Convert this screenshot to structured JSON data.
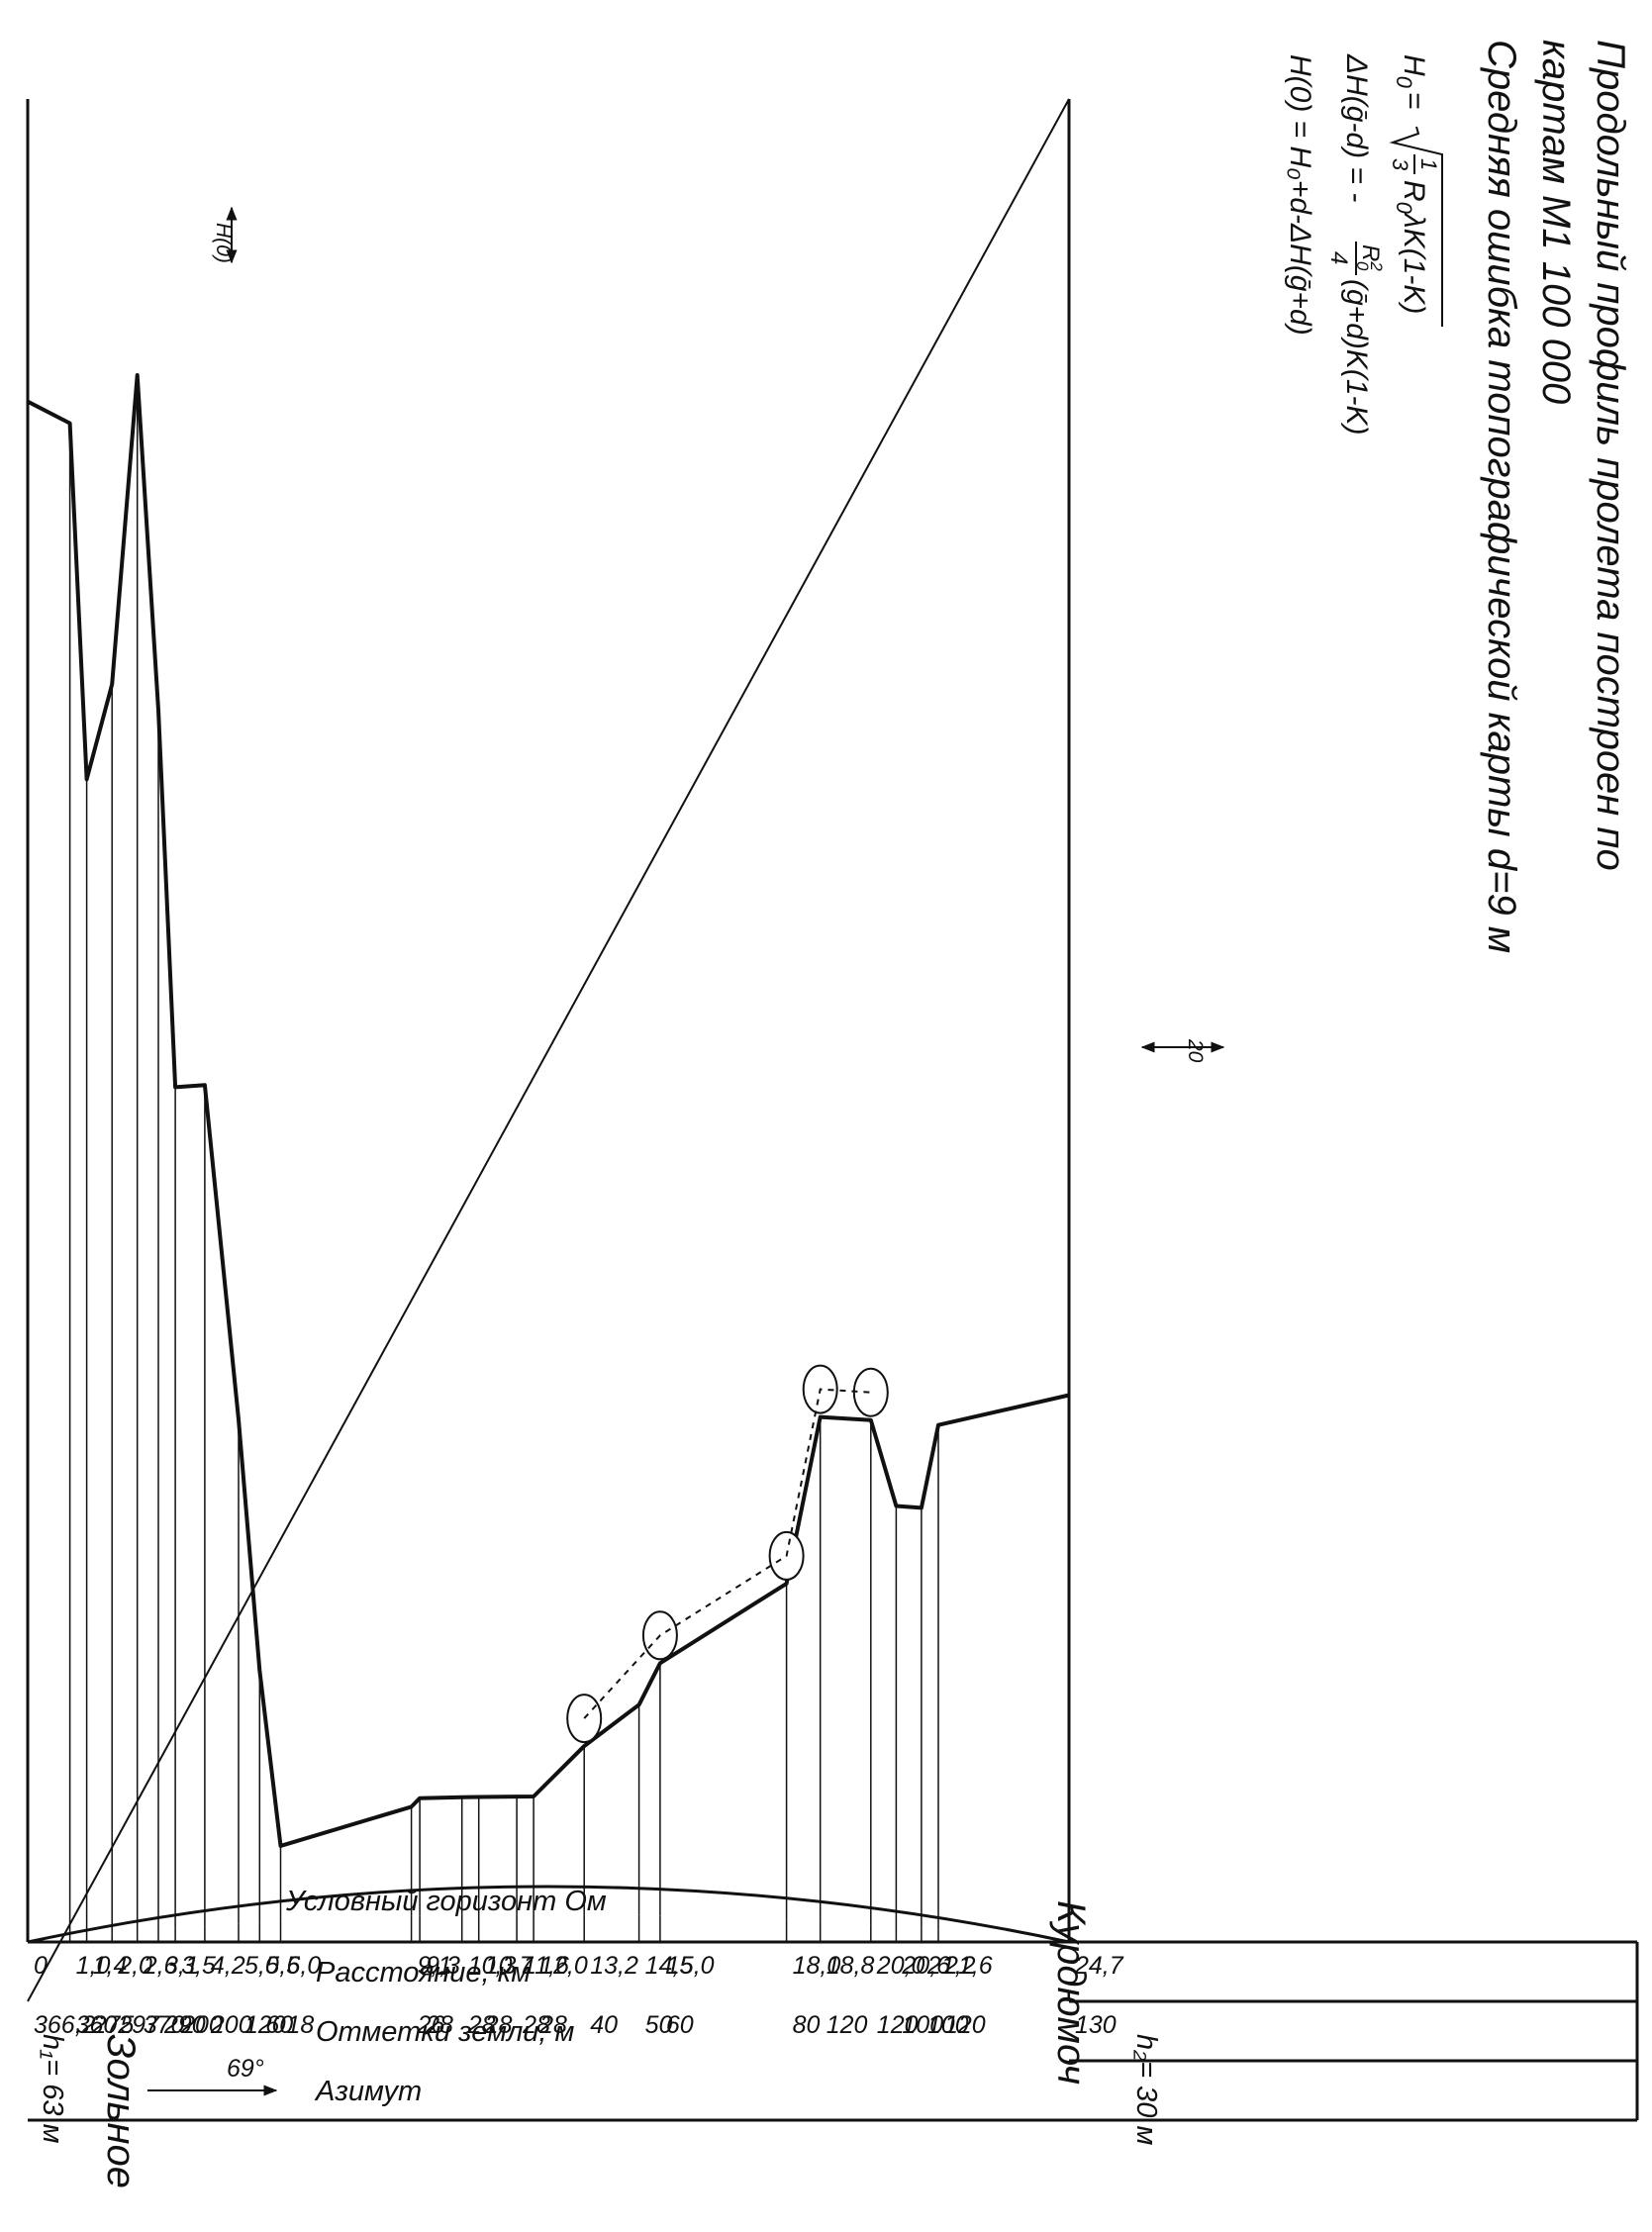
{
  "notes": {
    "line1": "Продольный профиль пролета построен по",
    "line2": "картам  М1 100 000",
    "line3": "Средняя ошибка топографической карты d=9 м"
  },
  "formulas": {
    "f1_lhs": "H",
    "f1_lhs_sub": "0",
    "f1_eq": "=",
    "f1_num": "1",
    "f1_den": "3",
    "f1_body": "R",
    "f1_body_sub": "0",
    "f1_body_rest": "λK(1-K)",
    "f2": "ΔH(ḡ-d)  =  -",
    "f2_num": "R",
    "f2_num_sub": "0",
    "f2_num_sup": "2",
    "f2_den": "4",
    "f2_rest": "(ḡ+d)K(1-K)",
    "f3": "H(0)  =  H₀+d-ΔH(ḡ+d)"
  },
  "stations": {
    "left_name": "Зольное",
    "left_height": "h₁= 63 м",
    "right_name": "Курдюмоч",
    "right_height": "h₂= 30 м"
  },
  "annotations": {
    "h0_label": "H(0)",
    "clearance_label": "20"
  },
  "table": {
    "horizon_label": "Условный горизонт  Ом",
    "row1_label": "Расстояние,  км",
    "row2_label": "Отметки земли,  м",
    "row3_label": "Азимут",
    "azimuth_value": "69°"
  },
  "profile_points": [
    {
      "distance_km": "0",
      "elevation_m": "366,2"
    },
    {
      "distance_km": "1,0",
      "elevation_m": "360"
    },
    {
      "distance_km": "1,4",
      "elevation_m": "275"
    },
    {
      "distance_km": "2,0",
      "elevation_m": "297"
    },
    {
      "distance_km": "2,6",
      "elevation_m": "370"
    },
    {
      "distance_km": "3,1",
      "elevation_m": "290"
    },
    {
      "distance_km": "3,5",
      "elevation_m": "200"
    },
    {
      "distance_km": "4,2",
      "elevation_m": "200"
    },
    {
      "distance_km": "5,0",
      "elevation_m": "120"
    },
    {
      "distance_km": "5,5",
      "elevation_m": "60"
    },
    {
      "distance_km": "6,0",
      "elevation_m": "18"
    },
    {
      "distance_km": "9,1",
      "elevation_m": "26"
    },
    {
      "distance_km": "9,3",
      "elevation_m": "28"
    },
    {
      "distance_km": "10,3",
      "elevation_m": "28"
    },
    {
      "distance_km": "10,7",
      "elevation_m": "28"
    },
    {
      "distance_km": "11,6",
      "elevation_m": "28"
    },
    {
      "distance_km": "12,0",
      "elevation_m": "28"
    },
    {
      "distance_km": "13,2",
      "elevation_m": "40"
    },
    {
      "distance_km": "14,5",
      "elevation_m": "50"
    },
    {
      "distance_km": "15,0",
      "elevation_m": "60"
    },
    {
      "distance_km": "18,0",
      "elevation_m": "80"
    },
    {
      "distance_km": "18,8",
      "elevation_m": "120"
    },
    {
      "distance_km": "20,0",
      "elevation_m": "120"
    },
    {
      "distance_km": "20,6",
      "elevation_m": "100"
    },
    {
      "distance_km": "21,2",
      "elevation_m": "100"
    },
    {
      "distance_km": "21,6",
      "elevation_m": "120"
    },
    {
      "distance_km": "24,7",
      "elevation_m": "130"
    }
  ],
  "colors": {
    "ink": "#111111",
    "paper": "#ffffff"
  }
}
